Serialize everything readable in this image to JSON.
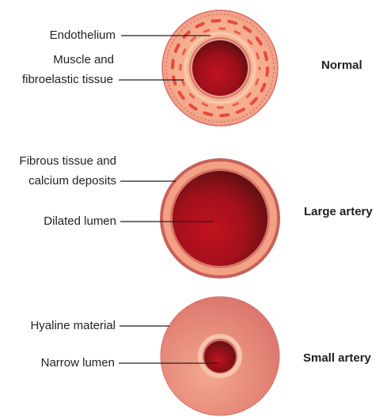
{
  "diagrams": [
    {
      "title": "Normal",
      "labels": [
        "Endothelium",
        "Muscle and",
        "fibroelastic tissue"
      ]
    },
    {
      "title": "Large artery",
      "labels": [
        "Fibrous tissue and",
        "calcium deposits",
        "Dilated lumen"
      ]
    },
    {
      "title": "Small artery",
      "labels": [
        "Hyaline material",
        "Narrow lumen"
      ]
    }
  ],
  "colors": {
    "outer_wall": "#f2a184",
    "wall_rim": "#c9605a",
    "muscle_dashes": "#e64a3a",
    "fibroelastic_layer": "#f9c7a8",
    "lumen_dark": "#4a0f0f",
    "lumen_red": "#c1121f",
    "hyaline": "#e9907a",
    "leader_line": "#231f20"
  }
}
